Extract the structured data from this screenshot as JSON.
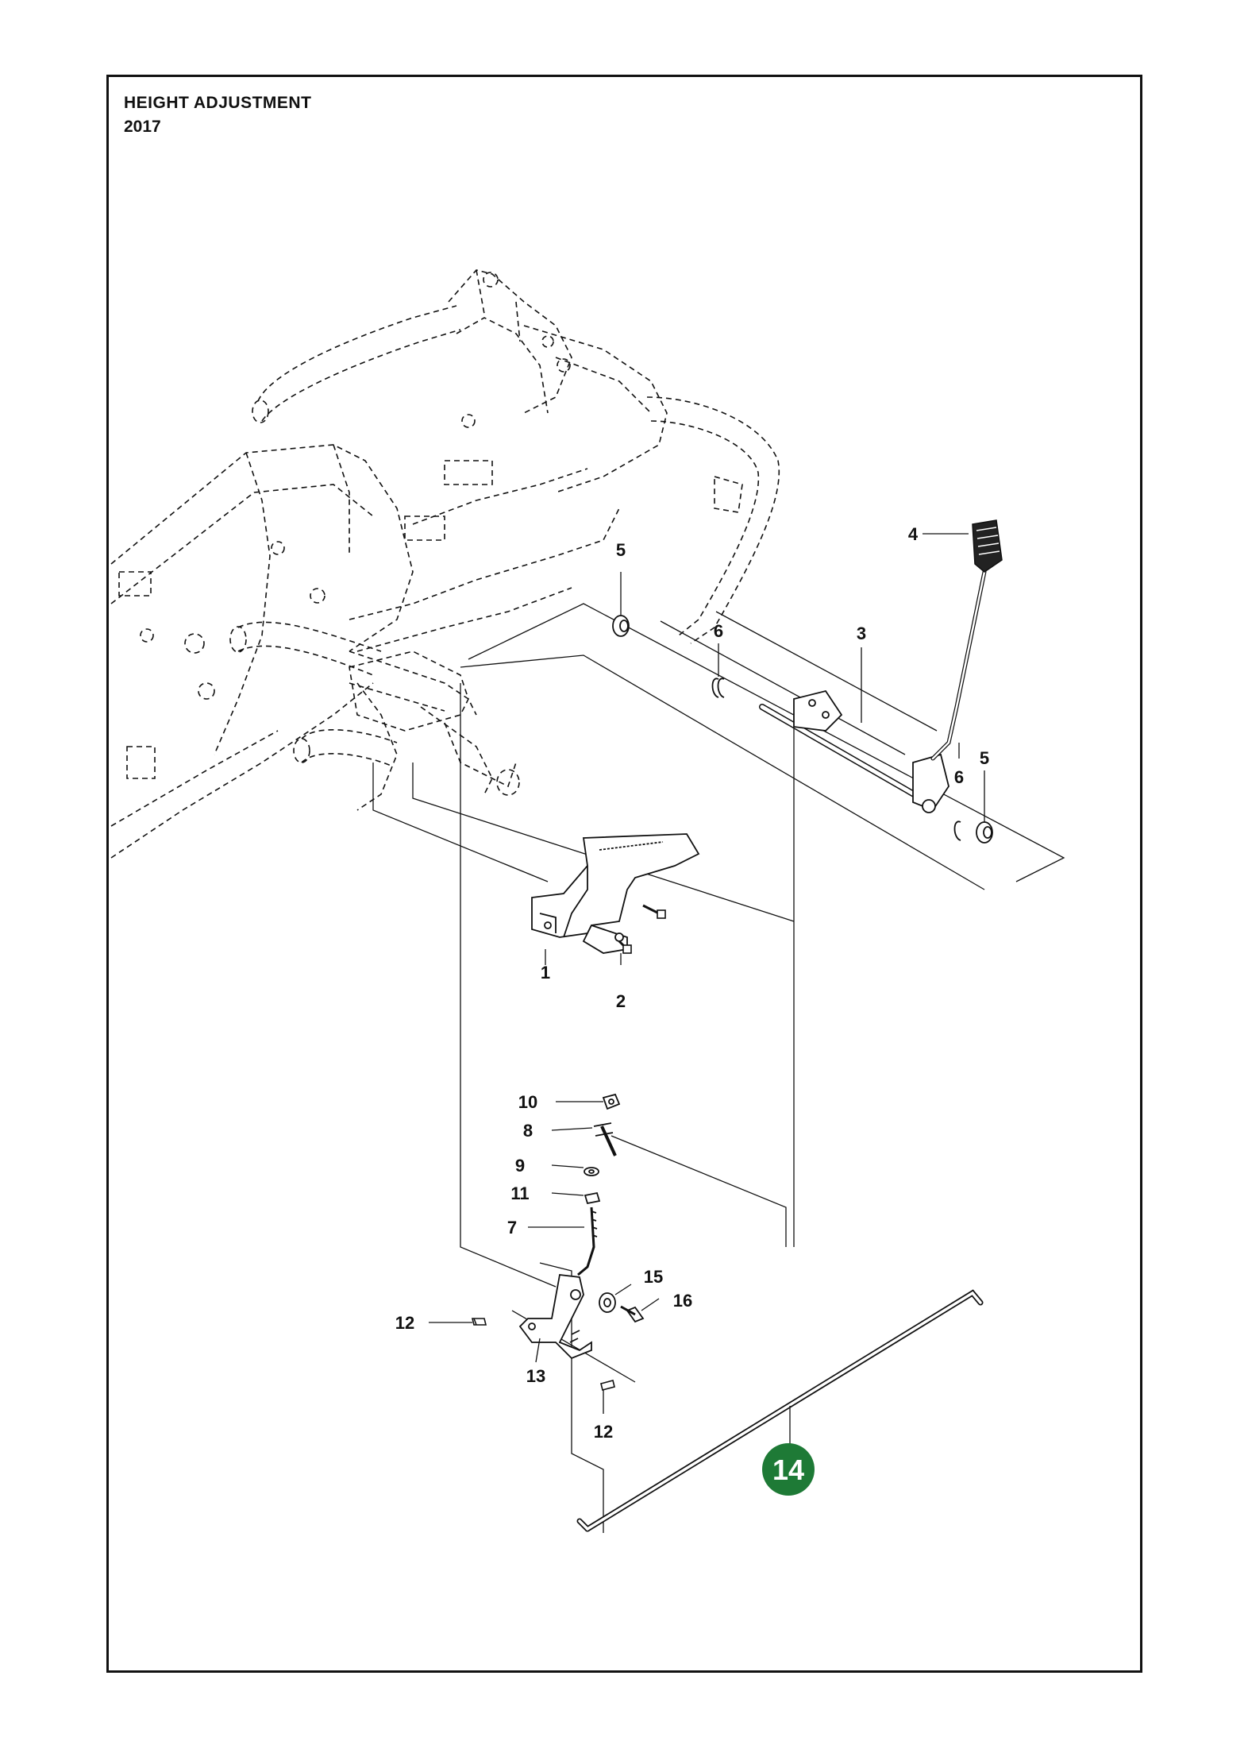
{
  "header": {
    "title": "HEIGHT ADJUSTMENT",
    "year": "2017"
  },
  "callouts": [
    {
      "id": "c5a",
      "label": "5"
    },
    {
      "id": "c6a",
      "label": "6"
    },
    {
      "id": "c3",
      "label": "3"
    },
    {
      "id": "c4",
      "label": "4"
    },
    {
      "id": "c6b",
      "label": "6"
    },
    {
      "id": "c5b",
      "label": "5"
    },
    {
      "id": "c1",
      "label": "1"
    },
    {
      "id": "c2",
      "label": "2"
    },
    {
      "id": "c10",
      "label": "10"
    },
    {
      "id": "c8",
      "label": "8"
    },
    {
      "id": "c9",
      "label": "9"
    },
    {
      "id": "c11",
      "label": "11"
    },
    {
      "id": "c7",
      "label": "7"
    },
    {
      "id": "c15",
      "label": "15"
    },
    {
      "id": "c16",
      "label": "16"
    },
    {
      "id": "c12a",
      "label": "12"
    },
    {
      "id": "c13",
      "label": "13"
    },
    {
      "id": "c12b",
      "label": "12"
    }
  ],
  "highlight": {
    "label": "14",
    "color": "#1e7a36"
  },
  "colors": {
    "line": "#111111",
    "background": "#ffffff"
  }
}
